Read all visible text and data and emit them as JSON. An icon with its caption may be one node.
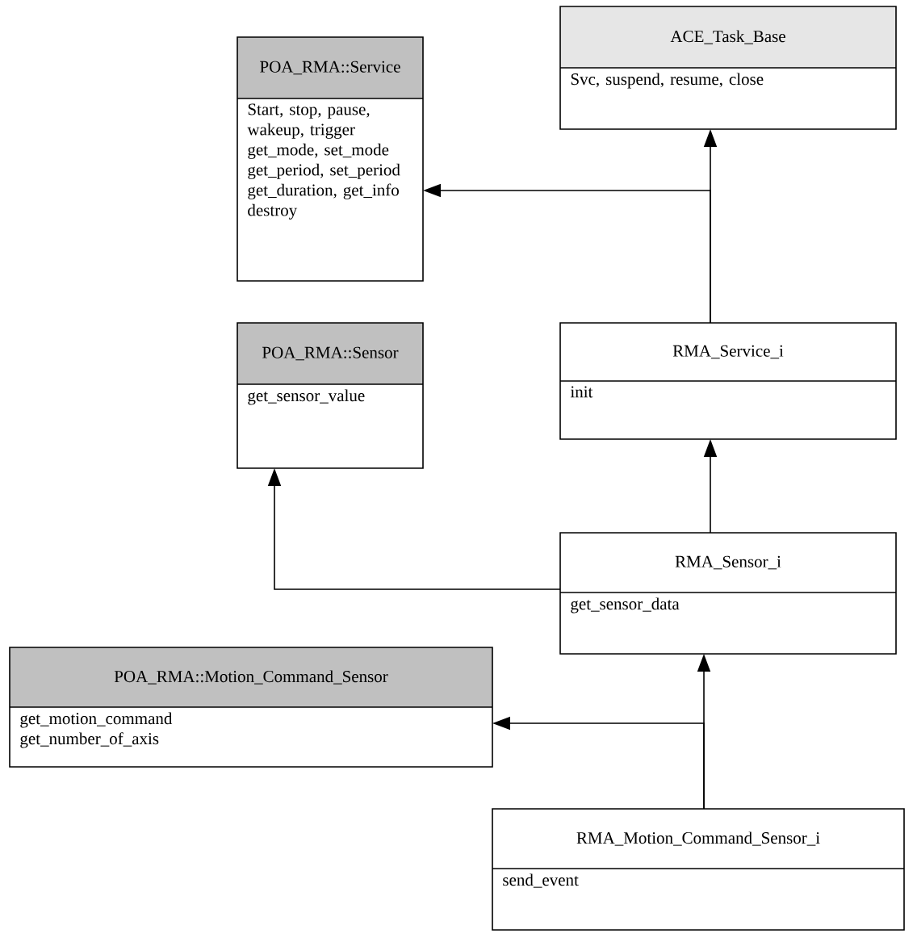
{
  "diagram": {
    "nodes": [
      {
        "text": [
          "POA_RMA::Service",
          "Start,  stop, pause, wakeup, trigger get_mode, set_mode get_period, set_period get_duration, get_info destroy"
        ]
      },
      {
        "text": [
          "ACE_Task_Base",
          "Svc, suspend, resume, close"
        ]
      },
      {
        "text": [
          "POA_RMA::Sensor",
          "get_sensor_value"
        ]
      },
      {
        "text": [
          "RMA_Service_i",
          "init"
        ]
      },
      {
        "text": [
          "RMA_Sensor_i",
          "get_sensor_data"
        ]
      },
      {
        "text": [
          "POA_RMA::Motion_Command_Sensor",
          "get_motion_command get_number_of_axis"
        ]
      },
      {
        "text": [
          "RMA_Motion_Command_Sensor_i",
          "send_event"
        ]
      }
    ],
    "edges": [
      {
        "from": 3,
        "to": 1,
        "arrow": "to"
      },
      {
        "from": 3,
        "to": 0,
        "arrow": "to"
      },
      {
        "from": 4,
        "to": 3,
        "arrow": "to"
      },
      {
        "from": 4,
        "to": 2,
        "arrow": "to"
      },
      {
        "from": 6,
        "to": 4,
        "arrow": "to"
      },
      {
        "from": 6,
        "to": 5,
        "arrow": "to"
      }
    ]
  }
}
